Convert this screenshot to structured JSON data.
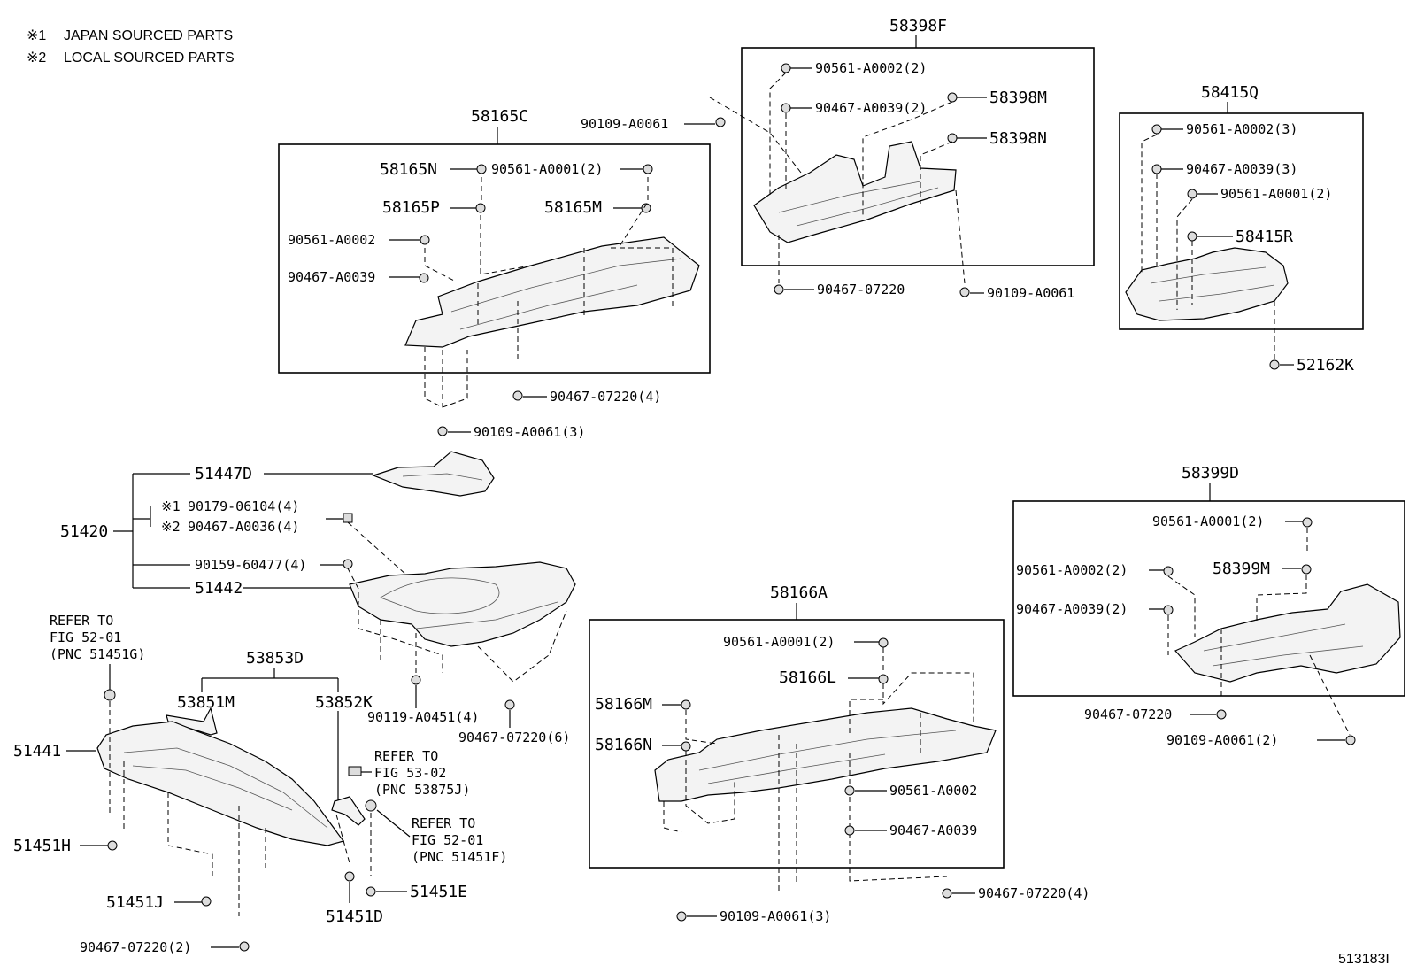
{
  "notes": [
    {
      "mark": "※1",
      "text": "JAPAN SOURCED PARTS"
    },
    {
      "mark": "※2",
      "text": "LOCAL SOURCED PARTS"
    }
  ],
  "figure_id": "513183I",
  "groups": {
    "g58165C": {
      "title": "58165C",
      "labels": {
        "n58165N": "58165N",
        "n58165P": "58165P",
        "n58165M": "58165M",
        "f90561_A0001_2": "90561-A0001(2)",
        "f90561_A0002": "90561-A0002",
        "f90467_A0039": "90467-A0039",
        "f90467_07220_4": "90467-07220(4)",
        "f90109_A0061_3": "90109-A0061(3)"
      }
    },
    "g58398F": {
      "title": "58398F",
      "labels": {
        "f90109_A0061_top": "90109-A0061",
        "f90561_A0002_2": "90561-A0002(2)",
        "f90467_A0039_2": "90467-A0039(2)",
        "n58398M": "58398M",
        "n58398N": "58398N",
        "f90467_07220": "90467-07220",
        "f90109_A0061_bot": "90109-A0061"
      }
    },
    "g58415Q": {
      "title": "58415Q",
      "labels": {
        "f90561_A0002_3": "90561-A0002(3)",
        "f90467_A0039_3": "90467-A0039(3)",
        "f90561_A0001_2": "90561-A0001(2)",
        "n58415R": "58415R",
        "n52162K": "52162K"
      }
    },
    "g51420": {
      "title": "51420",
      "labels": {
        "n51447D": "51447D",
        "m1": "※1",
        "f90179_06104_4": "90179-06104(4)",
        "m2": "※2",
        "f90467_A0036_4": "90467-A0036(4)",
        "f90159_60477_4": "90159-60477(4)",
        "n51442": "51442",
        "f90119_A0451_4": "90119-A0451(4)",
        "f90467_07220_6": "90467-07220(6)"
      }
    },
    "g58399D": {
      "title": "58399D",
      "labels": {
        "f90561_A0001_2": "90561-A0001(2)",
        "f90561_A0002_2": "90561-A0002(2)",
        "n58399M": "58399M",
        "f90467_A0039_2": "90467-A0039(2)",
        "f90467_07220": "90467-07220",
        "f90109_A0061_2": "90109-A0061(2)"
      }
    },
    "g58166A": {
      "title": "58166A",
      "labels": {
        "f90561_A0001_2": "90561-A0001(2)",
        "n58166L": "58166L",
        "n58166M": "58166M",
        "n58166N": "58166N",
        "f90561_A0002": "90561-A0002",
        "f90467_A0039": "90467-A0039",
        "f90467_07220_4": "90467-07220(4)",
        "f90109_A0061_3": "90109-A0061(3)"
      }
    },
    "g53853D": {
      "title": "53853D",
      "labels": {
        "refer1_l1": "REFER TO",
        "refer1_l2": "FIG 52-01",
        "refer1_l3": "(PNC 51451G)",
        "n53851M": "53851M",
        "n53852K": "53852K",
        "n51441": "51441",
        "refer2_l1": "REFER TO",
        "refer2_l2": "FIG 53-02",
        "refer2_l3": "(PNC 53875J)",
        "refer3_l1": "REFER TO",
        "refer3_l2": "FIG 52-01",
        "refer3_l3": "(PNC 51451F)",
        "n51451H": "51451H",
        "n51451J": "51451J",
        "n51451E": "51451E",
        "n51451D": "51451D",
        "f90467_07220_2": "90467-07220(2)"
      }
    }
  }
}
